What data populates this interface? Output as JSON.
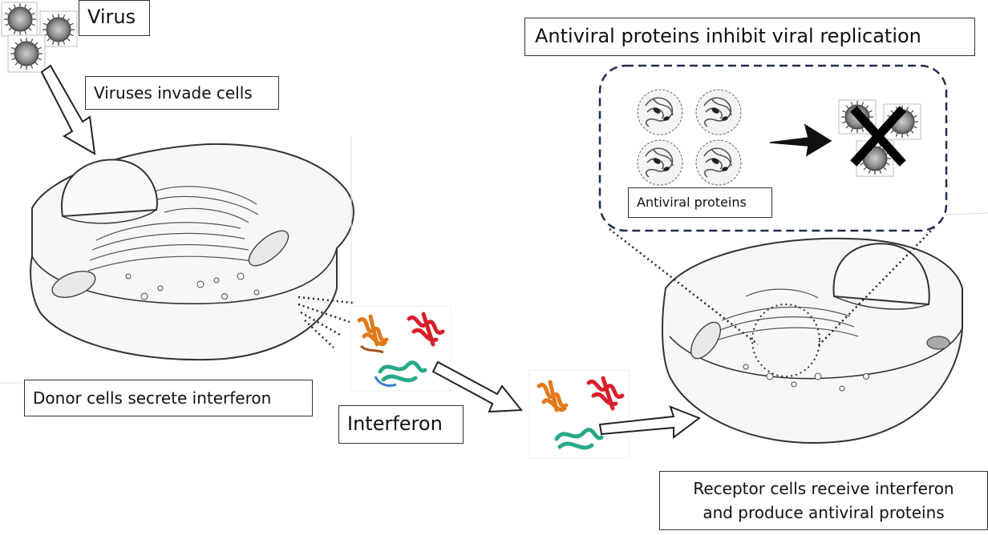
{
  "labels": {
    "virus": "Virus",
    "invade": "Viruses invade cells",
    "donor": "Donor cells secrete interferon",
    "interferon": "Interferon",
    "title": "Antiviral proteins inhibit viral replication",
    "antiviral": "Antiviral proteins",
    "receptor_line1": "Receptor cells receive interferon",
    "receptor_line2": "and produce antiviral proteins"
  },
  "colors": {
    "dashed_box": "#1f2d4d",
    "interferon_orange": "#e07a1a",
    "interferon_red": "#d81f2a",
    "interferon_teal": "#2aa88a",
    "virus_gray": "#8a8a8a"
  }
}
